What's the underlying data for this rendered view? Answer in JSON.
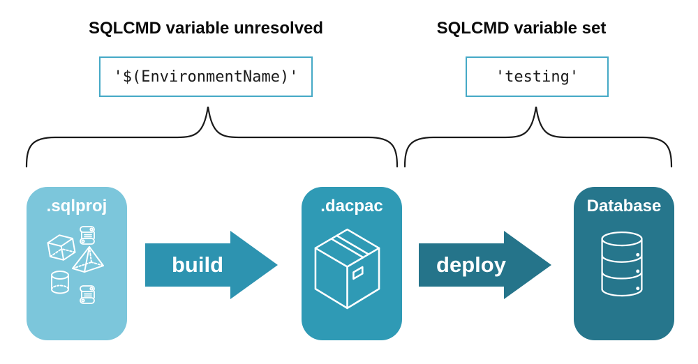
{
  "unresolved": {
    "heading": "SQLCMD variable unresolved",
    "value": "'$(EnvironmentName)'"
  },
  "resolved": {
    "heading": "SQLCMD variable set",
    "value": "'testing'"
  },
  "nodes": {
    "sqlproj": {
      "label": ".sqlproj"
    },
    "dacpac": {
      "label": ".dacpac"
    },
    "database": {
      "label": "Database"
    }
  },
  "arrows": {
    "build": "build",
    "deploy": "deploy"
  },
  "icons": {
    "sqlproj": [
      "cube-icon",
      "scroll-icon",
      "pyramid-icon",
      "cylinder-icon",
      "scroll-icon"
    ],
    "dacpac": "package-box-icon",
    "database": "database-cylinder-icon"
  },
  "colors": {
    "sqlproj_bg": "#7CC6DB",
    "dacpac_bg": "#2F9AB5",
    "database_bg": "#26768C",
    "build_arrow": "#2D93B0",
    "deploy_arrow": "#25748A",
    "code_border": "#45A9C6",
    "brace": "#1A1A1A",
    "heading_text": "#0A0A0A",
    "code_text": "#1A1A1A",
    "icon_stroke": "#FFFFFF"
  }
}
